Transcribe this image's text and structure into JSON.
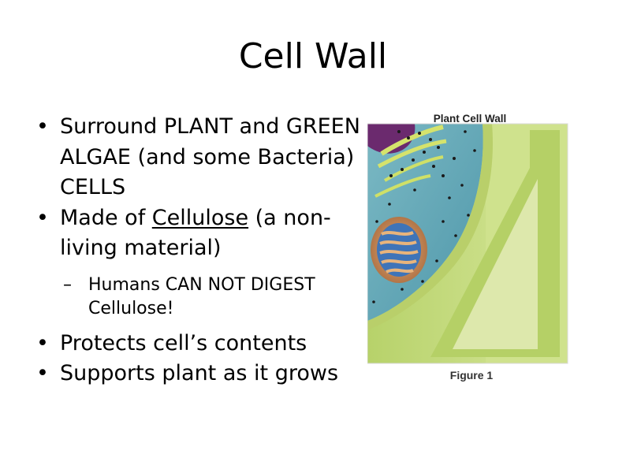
{
  "slide": {
    "title": "Cell Wall",
    "bullets": [
      {
        "text": "Surround PLANT and GREEN ALGAE (and some Bacteria) CELLS"
      },
      {
        "pre": "Made of ",
        "underlined": "Cellulose",
        "post": " (a non-living material)"
      }
    ],
    "sub_bullet": "Humans CAN NOT DIGEST Cellulose!",
    "bullets_after": [
      {
        "text": "Protects cell’s contents"
      },
      {
        "text": "Supports plant as it grows"
      }
    ],
    "figure": {
      "heading": "Plant Cell Wall",
      "caption": "Figure 1"
    }
  },
  "colors": {
    "wall_light": "#c8dd7e",
    "wall_mid": "#a9c95a",
    "cytoplasm": "#5fa7b7",
    "vacuole": "#6b2a6e",
    "mitochondrion": "#c98a5a"
  },
  "icons": [
    "bullet-dot",
    "dash"
  ]
}
